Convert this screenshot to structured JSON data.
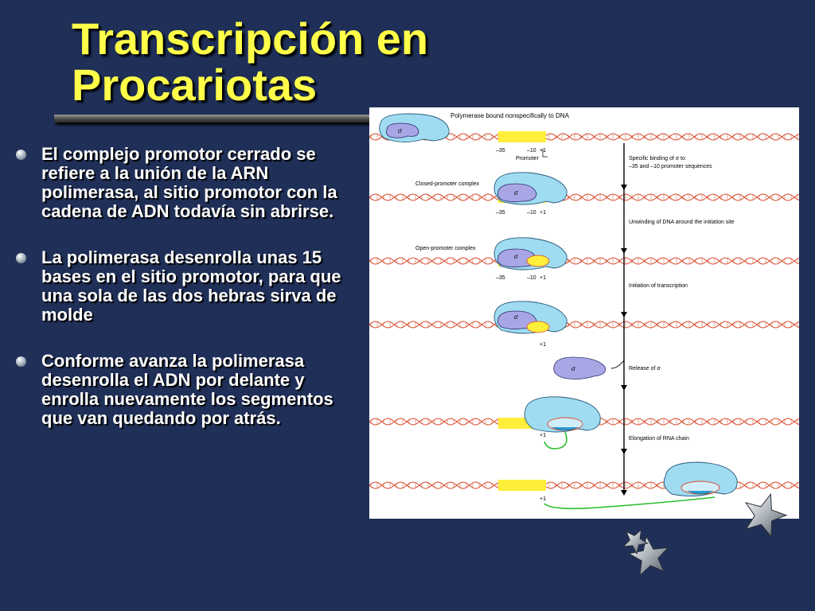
{
  "slide": {
    "title_line1": "Transcripción en",
    "title_line2": "Procariotas",
    "bullets": [
      "El complejo promotor cerrado se refiere a la unión de la ARN polimerasa, al sitio promotor con la cadena de ADN todavía sin abrirse.",
      "La polimerasa desenrolla unas 15 bases en el sitio promotor, para que una sola de las dos hebras sirva de molde",
      "Conforme avanza la polimerasa desenrolla el ADN por delante y enrolla nuevamente los segmentos que van quedando por atrás."
    ]
  },
  "figure": {
    "labels": {
      "polymerase_bound": "Polymerase bound nonspecifically to DNA",
      "closed_complex": "Closed-promoter complex",
      "open_complex": "Open-promoter complex",
      "specific_binding_1": "Specific binding of σ to",
      "specific_binding_2": "–35 and –10 promoter sequences",
      "unwinding": "Unwinding of DNA around the initiation site",
      "initiation": "Initiation of transcription",
      "release": "Release of σ",
      "elongation": "Elongation of RNA chain",
      "promoter": "Promoter",
      "sigma": "σ",
      "minus35": "–35",
      "minus10": "–10",
      "plus1": "+1"
    }
  },
  "colors": {
    "background": "#1f2f57",
    "title": "#ffff4a",
    "dna": "#d64a2c",
    "polymerase": "#9fdcf2",
    "sigma": "#a9a6e6",
    "promoter_highlight": "#ffee3a",
    "rna": "#2bbf2b"
  }
}
